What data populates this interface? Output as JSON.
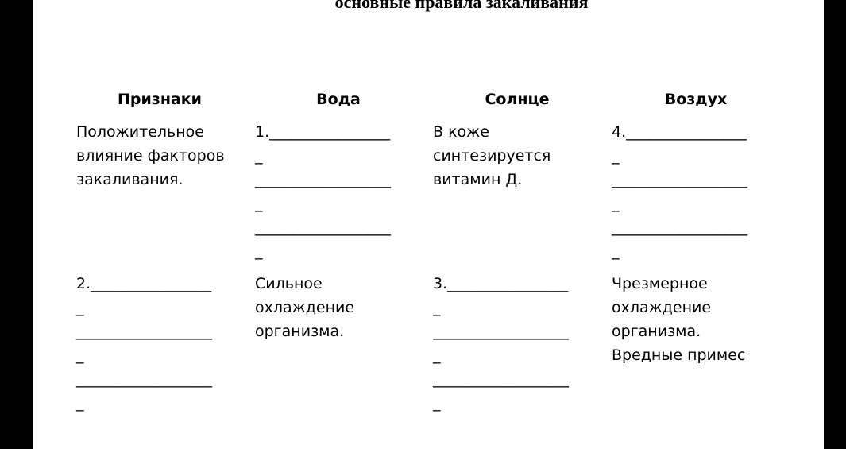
{
  "document": {
    "title": "основные правила закаливания"
  },
  "table": {
    "headers": [
      "Признаки",
      "Вода",
      "Солнце",
      "Воздух"
    ],
    "rows": [
      {
        "cells": [
          [
            "Положительное",
            "влияние факторов",
            "закаливания."
          ],
          [
            "1.________________",
            "_",
            "__________________",
            "_",
            "__________________",
            "_"
          ],
          [
            "В коже",
            "синтезируется",
            "витамин Д."
          ],
          [
            "4.________________",
            "_",
            "__________________",
            "_",
            "__________________",
            "_"
          ]
        ]
      },
      {
        "cells": [
          [
            "2.________________",
            "_",
            "__________________",
            "_",
            "__________________",
            "_"
          ],
          [
            "Сильное",
            "охлаждение",
            "организма."
          ],
          [
            "3.________________",
            "_",
            "__________________",
            "_",
            "__________________",
            "_"
          ],
          [
            "Чрезмерное",
            "охлаждение",
            "организма.",
            "Вредные примес"
          ]
        ]
      }
    ]
  }
}
